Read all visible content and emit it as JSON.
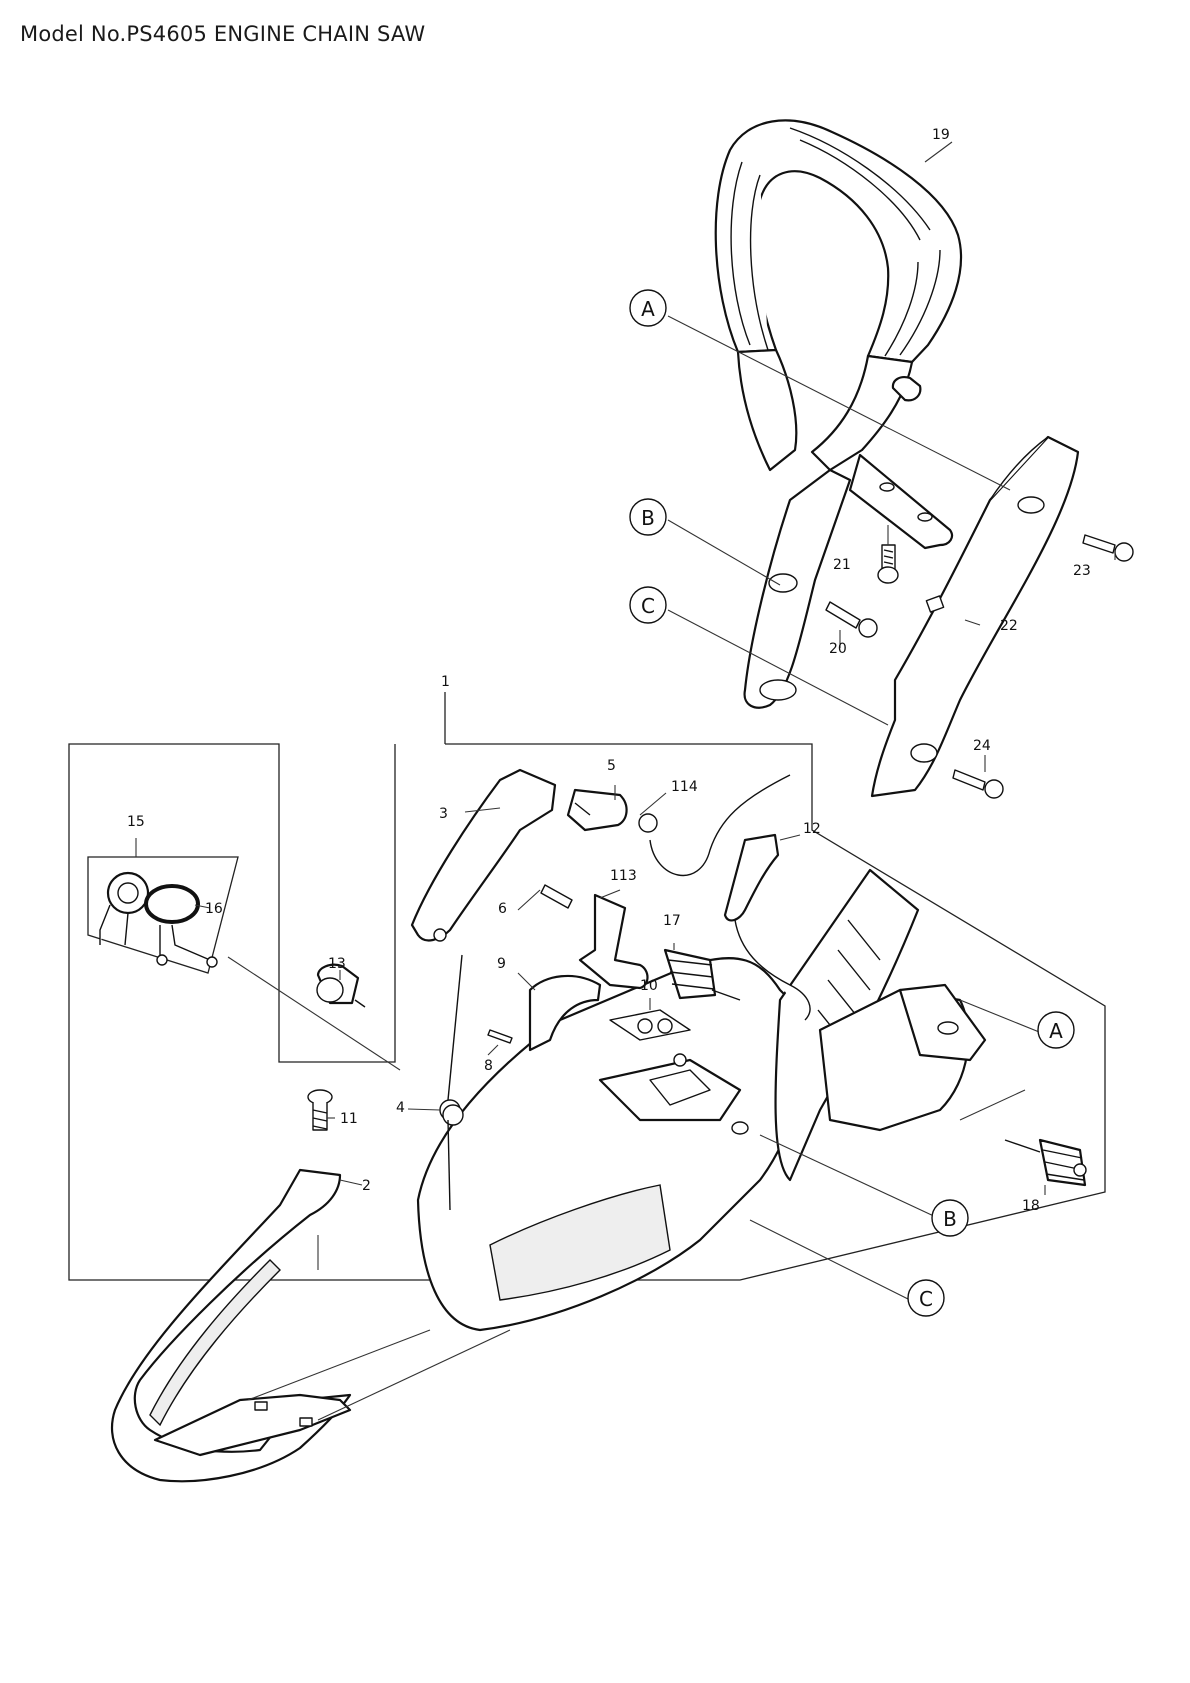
{
  "title": "Model No.PS4605 ENGINE CHAIN SAW",
  "callouts": [
    {
      "id": "p19",
      "label": "19"
    },
    {
      "id": "p21",
      "label": "21"
    },
    {
      "id": "p23",
      "label": "23"
    },
    {
      "id": "p20",
      "label": "20"
    },
    {
      "id": "p22",
      "label": "22"
    },
    {
      "id": "p24",
      "label": "24"
    },
    {
      "id": "p1",
      "label": "1"
    },
    {
      "id": "p5",
      "label": "5"
    },
    {
      "id": "p114",
      "label": "114"
    },
    {
      "id": "p3",
      "label": "3"
    },
    {
      "id": "p12",
      "label": "12"
    },
    {
      "id": "p113",
      "label": "113"
    },
    {
      "id": "p6",
      "label": "6"
    },
    {
      "id": "p15",
      "label": "15"
    },
    {
      "id": "p16",
      "label": "16"
    },
    {
      "id": "p17",
      "label": "17"
    },
    {
      "id": "p13",
      "label": "13"
    },
    {
      "id": "p9",
      "label": "9"
    },
    {
      "id": "p10",
      "label": "10"
    },
    {
      "id": "p8",
      "label": "8"
    },
    {
      "id": "p4",
      "label": "4"
    },
    {
      "id": "p11",
      "label": "11"
    },
    {
      "id": "p2",
      "label": "2"
    },
    {
      "id": "p18",
      "label": "18"
    }
  ],
  "refs": [
    {
      "id": "A1",
      "letter": "A"
    },
    {
      "id": "B1",
      "letter": "B"
    },
    {
      "id": "C1",
      "letter": "C"
    },
    {
      "id": "A2",
      "letter": "A"
    },
    {
      "id": "B2",
      "letter": "B"
    },
    {
      "id": "C2",
      "letter": "C"
    }
  ]
}
